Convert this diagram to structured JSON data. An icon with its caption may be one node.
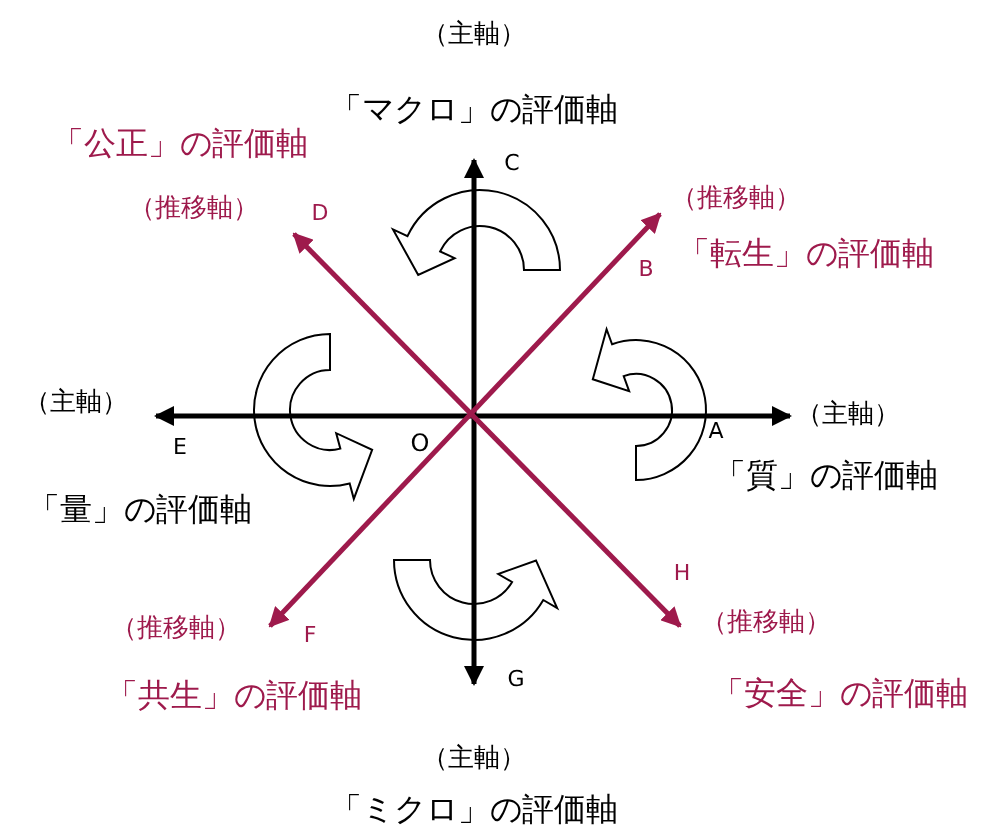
{
  "diagram": {
    "labels": [
      "（主軸）",
      "「マクロ」の評価軸",
      "「公正」の評価軸",
      "（推移軸）",
      "D",
      "C",
      "（推移軸）",
      "「転生」の評価軸",
      "B",
      "（主軸）",
      "（主軸）",
      "E",
      "O",
      "A",
      "「質」の評価軸",
      "「量」の評価軸",
      "H",
      "（推移軸）",
      "F",
      "（推移軸）",
      "G",
      "「共生」の評価軸",
      "「安全」の評価軸",
      "（主軸）",
      "「ミクロ」の評価軸"
    ]
  }
}
